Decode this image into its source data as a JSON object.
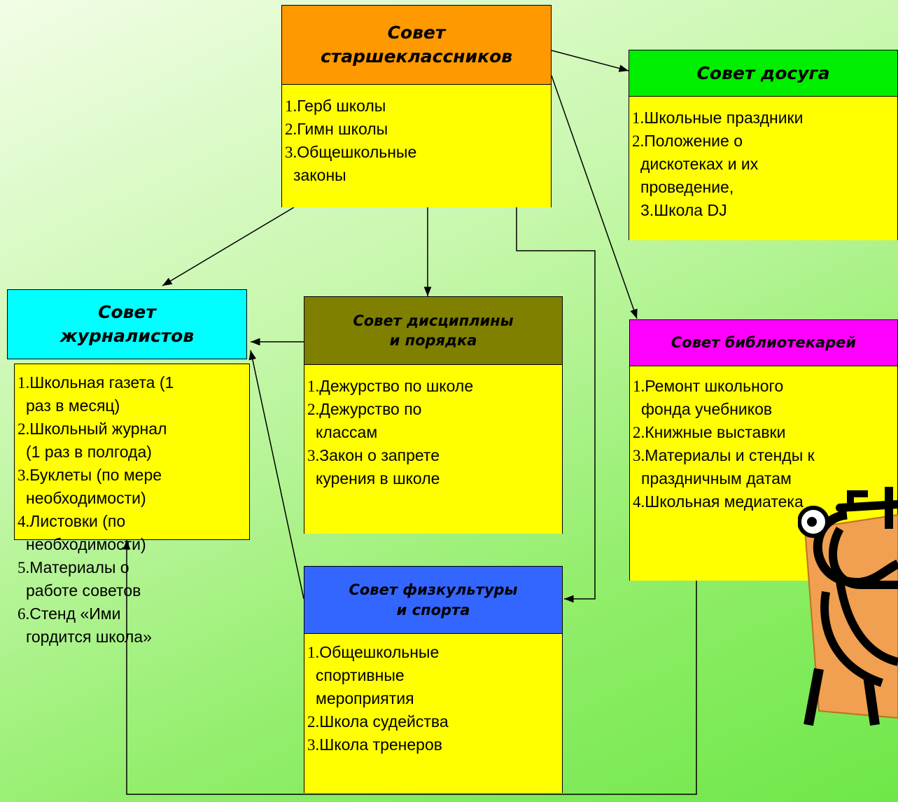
{
  "boards": {
    "senior": {
      "title_lines": [
        "Совет",
        "старшеклассников"
      ],
      "items": [
        {
          "num": "1.",
          "lines": [
            "Герб школы"
          ]
        },
        {
          "num": "2.",
          "lines": [
            "Гимн школы"
          ]
        },
        {
          "num": "3.",
          "lines": [
            "Общешкольные",
            "законы"
          ]
        }
      ]
    },
    "leisure": {
      "title_lines": [
        "Совет досуга"
      ],
      "items": [
        {
          "num": "1.",
          "lines": [
            "Школьные праздники"
          ]
        },
        {
          "num": "2.",
          "lines": [
            "Положение о",
            "дискотеках и их",
            "проведение,",
            "3.Школа DJ"
          ]
        }
      ]
    },
    "journalists": {
      "title_lines": [
        "Совет",
        "журналистов"
      ],
      "items": [
        {
          "num": "1.",
          "lines": [
            "Школьная газета (1",
            "раз в месяц)"
          ]
        },
        {
          "num": "2.",
          "lines": [
            "Школьный журнал",
            "(1 раз в полгода)"
          ]
        },
        {
          "num": "3.",
          "lines": [
            "Буклеты (по мере",
            "необходимости)"
          ]
        },
        {
          "num": "4.",
          "lines": [
            "Листовки (по",
            "необходимости)"
          ]
        },
        {
          "num": "5.",
          "lines": [
            "Материалы о",
            "работе советов"
          ]
        },
        {
          "num": "6.",
          "lines": [
            "Стенд «Ими",
            "гордится школа»"
          ]
        }
      ]
    },
    "discipline": {
      "title_lines": [
        "Совет дисциплины",
        "и порядка"
      ],
      "items": [
        {
          "num": "1.",
          "lines": [
            "Дежурство по школе"
          ]
        },
        {
          "num": "2.",
          "lines": [
            "Дежурство по",
            "классам"
          ]
        },
        {
          "num": "3.",
          "lines": [
            "Закон о запрете",
            "курения в школе"
          ]
        }
      ]
    },
    "librarians": {
      "title_lines": [
        "Совет библиотекарей"
      ],
      "items": [
        {
          "num": "1.",
          "lines": [
            "Ремонт школьного",
            "фонда учебников"
          ]
        },
        {
          "num": "2.",
          "lines": [
            "Книжные выставки"
          ]
        },
        {
          "num": "3.",
          "lines": [
            "Материалы и стенды к",
            "праздничным датам"
          ]
        },
        {
          "num": "4.",
          "lines": [
            "Школьная медиатека"
          ]
        }
      ]
    },
    "sport": {
      "title_lines": [
        "Совет физкультуры",
        "и спорта"
      ],
      "items": [
        {
          "num": "1.",
          "lines": [
            "Общешкольные",
            "спортивные",
            "мероприятия"
          ]
        },
        {
          "num": "2.",
          "lines": [
            "Школа судейства"
          ]
        },
        {
          "num": "3.",
          "lines": [
            "Школа тренеров"
          ]
        }
      ]
    }
  },
  "colors": {
    "senior_head": "#ff9900",
    "leisure_head": "#00ee00",
    "journalists_head": "#00ffff",
    "discipline_head": "#7f7f00",
    "librarians_head": "#ff00ff",
    "sport_head": "#3366ff",
    "body": "#ffff00"
  },
  "decor": {
    "mascot": "clipart-character-icon"
  }
}
